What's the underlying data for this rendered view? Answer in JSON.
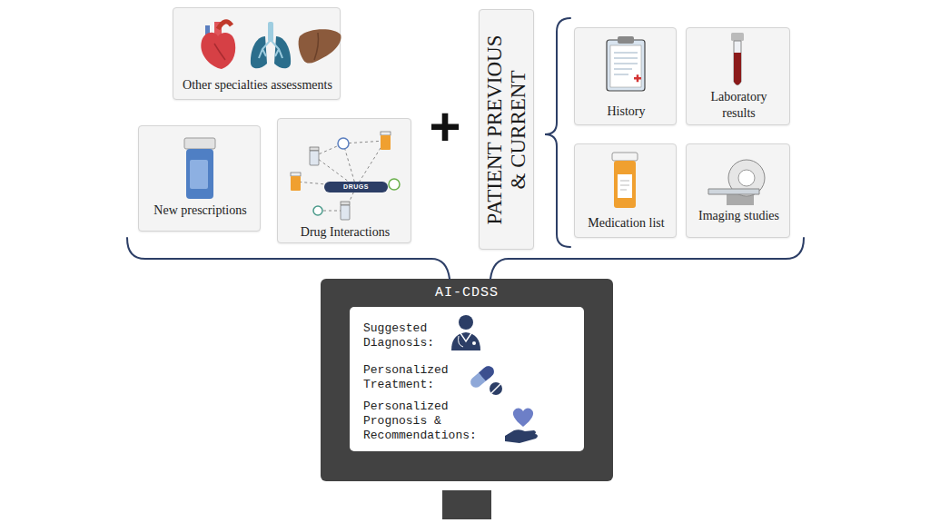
{
  "diagram": {
    "nodes": [
      {
        "text": [
          "Other specialties assessments"
        ]
      },
      {
        "text": [
          "New prescriptions"
        ]
      },
      {
        "text": [
          "Drug Interactions"
        ]
      },
      {
        "text": [
          "PATIENT PREVIOUS & CURRENT"
        ]
      },
      {
        "text": [
          "History"
        ]
      },
      {
        "text": [
          "Laboratory results"
        ]
      },
      {
        "text": [
          "Medication list"
        ]
      },
      {
        "text": [
          "Imaging studies"
        ]
      },
      {
        "text": [
          "AI-CDSS"
        ]
      },
      {
        "text": [
          "Suggested Diagnosis:",
          "Personalized Treatment:",
          "Personalized Prognosis & Recommendations:"
        ],
        "in": 8
      }
    ],
    "labels": [
      "+",
      "DRUGS"
    ]
  }
}
